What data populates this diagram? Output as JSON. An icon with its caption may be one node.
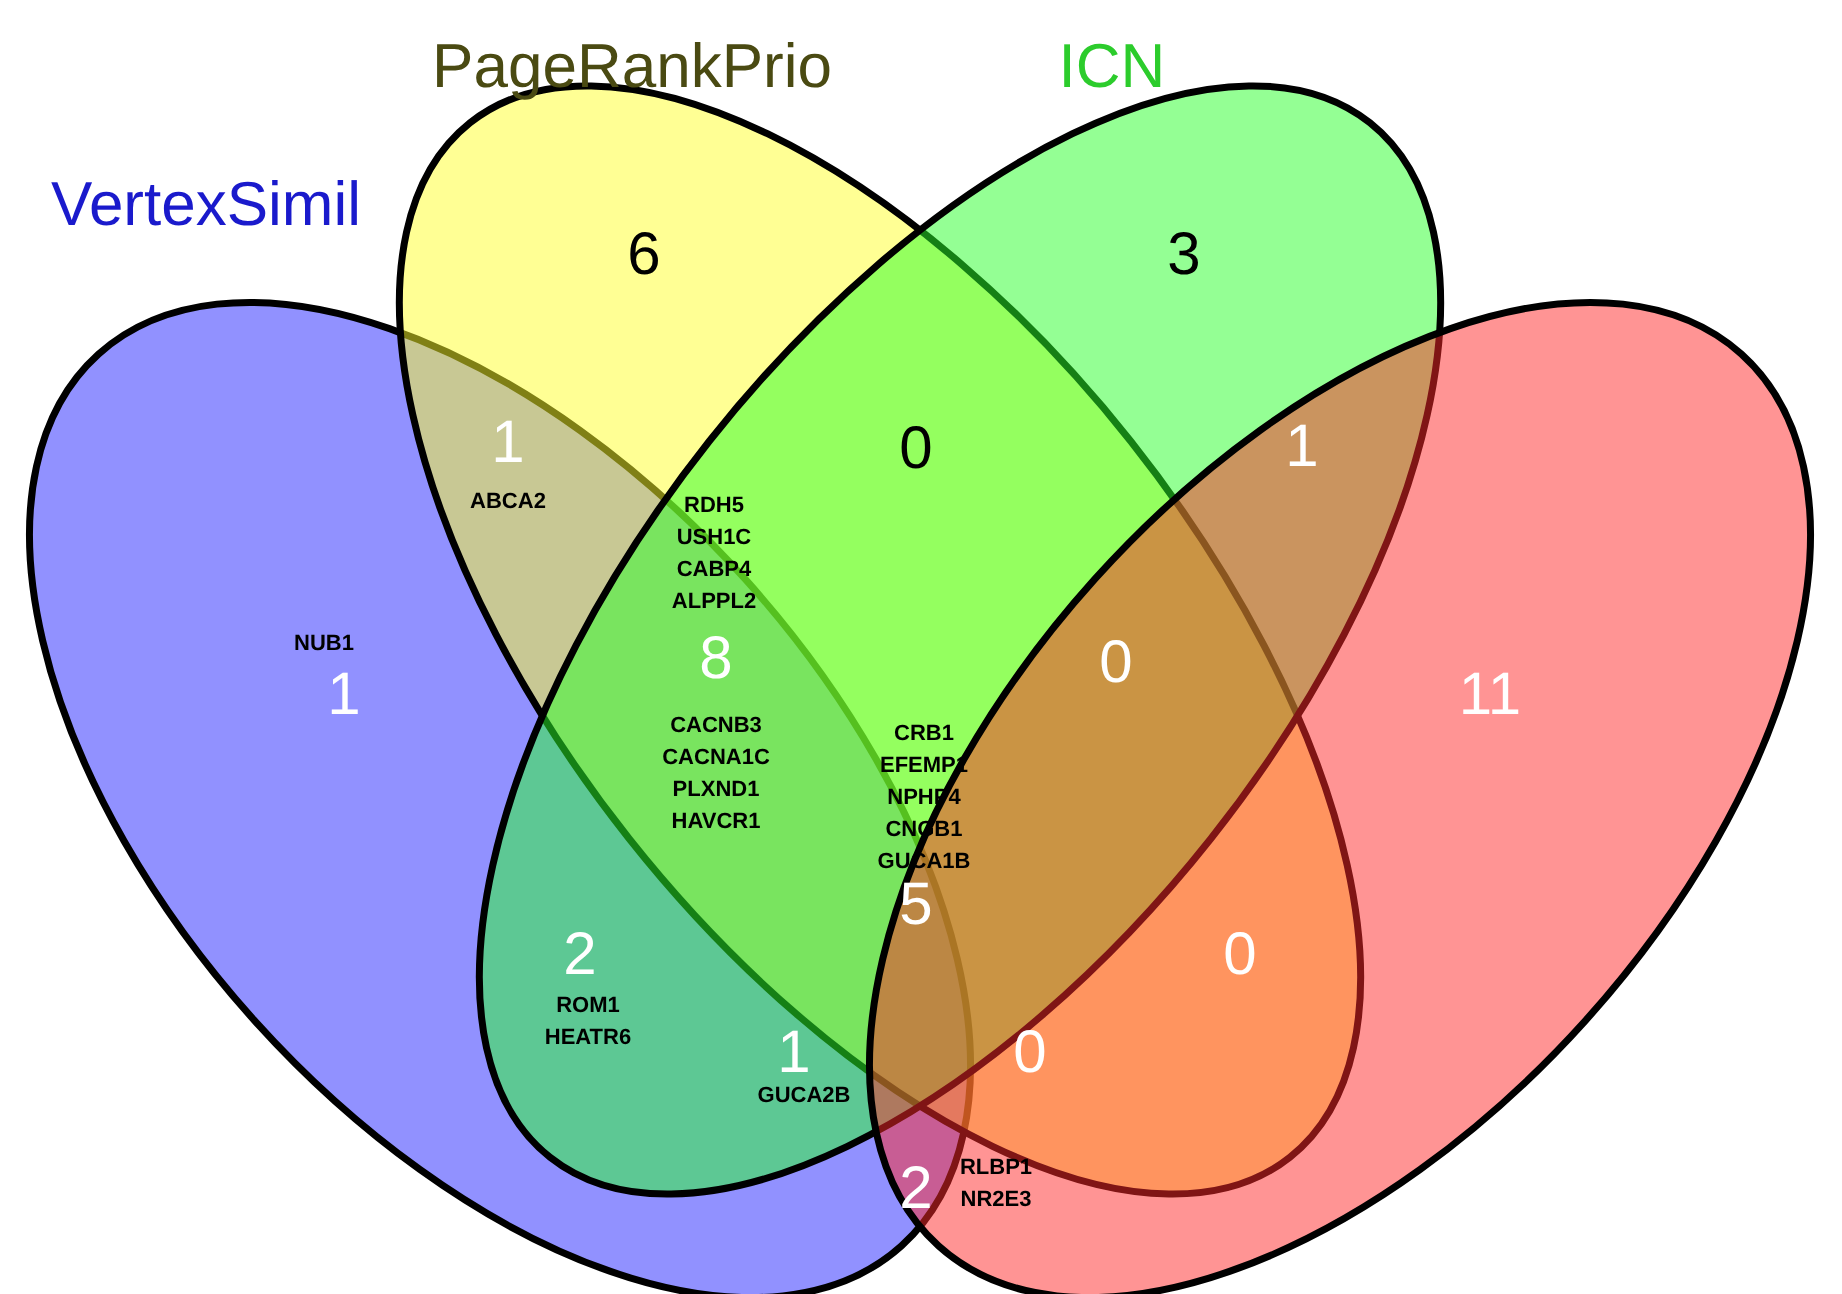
{
  "diagram": {
    "nodes": [
      {
        "text": [
          "VertexSimil"
        ]
      },
      {
        "text": [
          "PageRankPrio"
        ]
      },
      {
        "text": [
          "ICN"
        ]
      },
      {
        "text": [],
        "shape": "ellipse"
      }
    ],
    "labels": [
      "6",
      "3",
      "1",
      "ABCA2",
      "RDH5 USH1C CABP4 ALPPL2",
      "0",
      "1",
      "NUB1",
      "1",
      "8",
      "0",
      "11",
      "CACNB3 CACNA1C PLXND1 HAVCR1",
      "CRB1 EFEMP1 NPHP4 CNGB1 GUCA1B",
      "5",
      "2",
      "0",
      "ROM1 HEATR6",
      "1",
      "0",
      "GUCA2B",
      "2",
      "RLBP1 NR2E3"
    ]
  }
}
